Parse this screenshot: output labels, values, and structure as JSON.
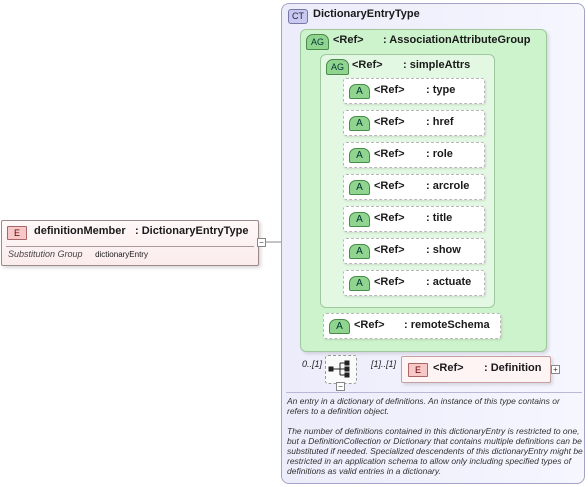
{
  "element": {
    "badge": "E",
    "name": "definitionMember",
    "type": ": DictionaryEntryType",
    "footer_label": "Substitution Group",
    "footer_value": "dictionaryEntry"
  },
  "complex_type": {
    "badge": "CT",
    "name": "DictionaryEntryType"
  },
  "attribute_group": {
    "badge": "AG",
    "ref": "<Ref>",
    "name": ": AssociationAttributeGroup"
  },
  "simple_attrs": {
    "badge": "AG",
    "ref": "<Ref>",
    "name": ": simpleAttrs"
  },
  "attributes": [
    {
      "badge": "A",
      "ref": "<Ref>",
      "name": ": type"
    },
    {
      "badge": "A",
      "ref": "<Ref>",
      "name": ": href"
    },
    {
      "badge": "A",
      "ref": "<Ref>",
      "name": ": role"
    },
    {
      "badge": "A",
      "ref": "<Ref>",
      "name": ": arcrole"
    },
    {
      "badge": "A",
      "ref": "<Ref>",
      "name": ": title"
    },
    {
      "badge": "A",
      "ref": "<Ref>",
      "name": ": show"
    },
    {
      "badge": "A",
      "ref": "<Ref>",
      "name": ": actuate"
    }
  ],
  "remote_schema": {
    "badge": "A",
    "ref": "<Ref>",
    "name": ": remoteSchema"
  },
  "sequence": {
    "min_occurs": "0..[1]",
    "child_occurs": "[1]..[1]"
  },
  "definition": {
    "badge": "E",
    "ref": "<Ref>",
    "name": ": Definition"
  },
  "documentation": {
    "para1": "An entry in a dictionary of definitions. An instance of this type contains or refers to a definition object.",
    "para2": "The number of definitions contained in this dictionaryEntry is restricted to one, but a DefinitionCollection or Dictionary that contains multiple definitions can be substituted if needed. Specialized descendents of this dictionaryEntry might be restricted in an application schema to allow only including specified types of definitions as valid entries in a dictionary."
  },
  "colors": {
    "element_fill": "#fbecec",
    "complex_type_fill": "#ececfb",
    "attribute_group_fill": "#cdf3cd",
    "badge_green": "#8fd48f",
    "badge_red": "#f6c8c8"
  }
}
